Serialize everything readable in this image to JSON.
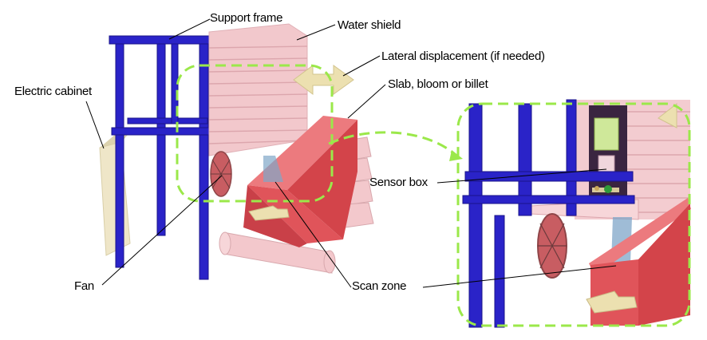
{
  "labels": {
    "support_frame": "Support frame",
    "water_shield": "Water shield",
    "lateral_displacement": "Lateral displacement (if needed)",
    "slab": "Slab, bloom or billet",
    "electric_cabinet": "Electric cabinet",
    "sensor_box": "Sensor box",
    "fan": "Fan",
    "scan_zone": "Scan zone"
  },
  "colors": {
    "frame": "#2a23c8",
    "shield": "#f2c8cc",
    "slab": "#e0545a",
    "cabinet": "#efe6c8",
    "highlight_dash": "#9be84a",
    "arrow": "#ece0b0",
    "scan_beam": "#7fa6c8",
    "sensor_box": "#cfe89a"
  }
}
